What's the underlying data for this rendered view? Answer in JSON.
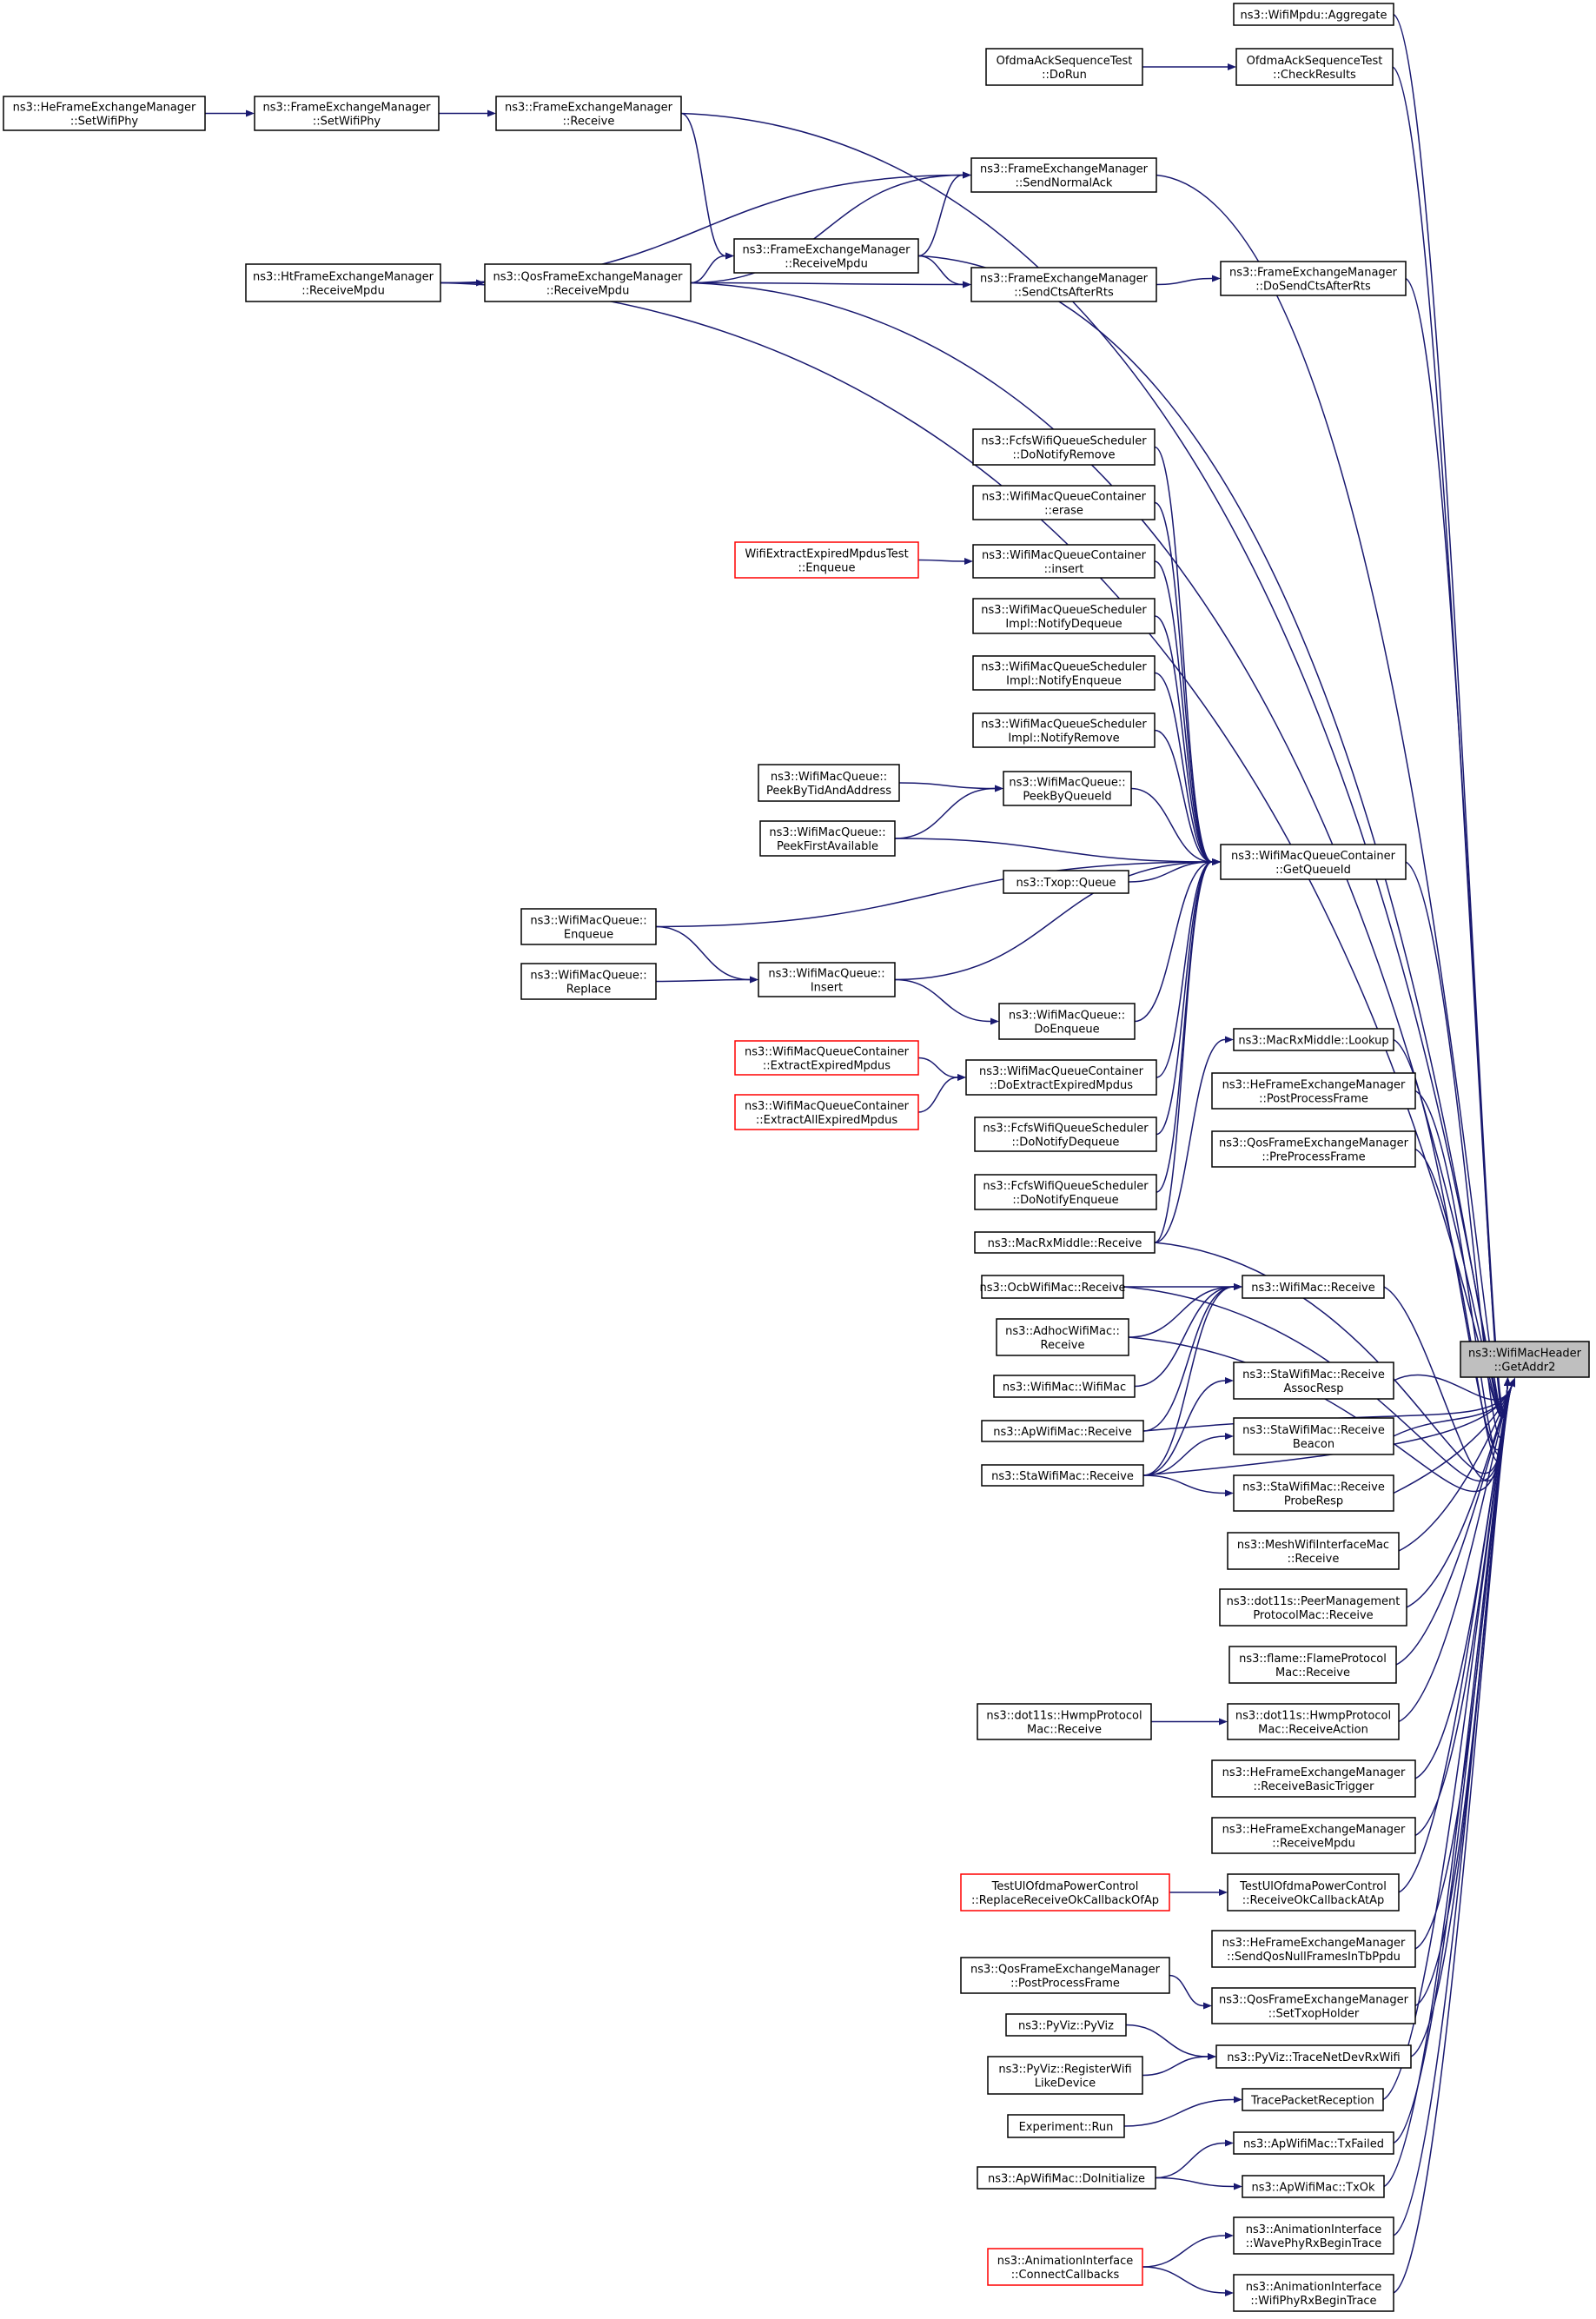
{
  "graph": {
    "accent_edge_color": "#191970",
    "target_fill": "#bfbfbf",
    "red_border_color": "#ff0000",
    "nodes": [
      {
        "id": "aggregate",
        "lines": [
          "ns3::WifiMpdu::Aggregate"
        ]
      },
      {
        "id": "ofdma_dorun",
        "lines": [
          "OfdmaAckSequenceTest",
          "::DoRun"
        ]
      },
      {
        "id": "ofdma_check",
        "lines": [
          "OfdmaAckSequenceTest",
          "::CheckResults"
        ]
      },
      {
        "id": "he_setwifiphy",
        "lines": [
          "ns3::HeFrameExchangeManager",
          "::SetWifiPhy"
        ]
      },
      {
        "id": "fem_setwifiphy",
        "lines": [
          "ns3::FrameExchangeManager",
          "::SetWifiPhy"
        ]
      },
      {
        "id": "fem_receive",
        "lines": [
          "ns3::FrameExchangeManager",
          "::Receive"
        ]
      },
      {
        "id": "fem_sendnormalack",
        "lines": [
          "ns3::FrameExchangeManager",
          "::SendNormalAck"
        ]
      },
      {
        "id": "fem_receivempdu",
        "lines": [
          "ns3::FrameExchangeManager",
          "::ReceiveMpdu"
        ]
      },
      {
        "id": "ht_receivempdu",
        "lines": [
          "ns3::HtFrameExchangeManager",
          "::ReceiveMpdu"
        ]
      },
      {
        "id": "qos_receivempdu",
        "lines": [
          "ns3::QosFrameExchangeManager",
          "::ReceiveMpdu"
        ]
      },
      {
        "id": "fem_sendctsafterrts",
        "lines": [
          "ns3::FrameExchangeManager",
          "::SendCtsAfterRts"
        ]
      },
      {
        "id": "fem_dosendctsafterrts",
        "lines": [
          "ns3::FrameExchangeManager",
          "::DoSendCtsAfterRts"
        ]
      },
      {
        "id": "fcfs_donotifyremove",
        "lines": [
          "ns3::FcfsWifiQueueScheduler",
          "::DoNotifyRemove"
        ]
      },
      {
        "id": "wmqc_erase",
        "lines": [
          "ns3::WifiMacQueueContainer",
          "::erase"
        ]
      },
      {
        "id": "wifiextract_enqueue",
        "lines": [
          "WifiExtractExpiredMpdusTest",
          "::Enqueue"
        ],
        "red": true
      },
      {
        "id": "wmqc_insert",
        "lines": [
          "ns3::WifiMacQueueContainer",
          "::insert"
        ]
      },
      {
        "id": "wmqs_notifydequeue",
        "lines": [
          "ns3::WifiMacQueueScheduler",
          "Impl::NotifyDequeue"
        ]
      },
      {
        "id": "wmqs_notifyenqueue",
        "lines": [
          "ns3::WifiMacQueueScheduler",
          "Impl::NotifyEnqueue"
        ]
      },
      {
        "id": "wmqs_notifyremove",
        "lines": [
          "ns3::WifiMacQueueScheduler",
          "Impl::NotifyRemove"
        ]
      },
      {
        "id": "wmq_peekbytid",
        "lines": [
          "ns3::WifiMacQueue::",
          "PeekByTidAndAddress"
        ]
      },
      {
        "id": "wmq_peekbyqueueid",
        "lines": [
          "ns3::WifiMacQueue::",
          "PeekByQueueId"
        ]
      },
      {
        "id": "wmq_peekfirst",
        "lines": [
          "ns3::WifiMacQueue::",
          "PeekFirstAvailable"
        ]
      },
      {
        "id": "wmqc_getqueueid",
        "lines": [
          "ns3::WifiMacQueueContainer",
          "::GetQueueId"
        ]
      },
      {
        "id": "txop_queue",
        "lines": [
          "ns3::Txop::Queue"
        ]
      },
      {
        "id": "wmq_enqueue",
        "lines": [
          "ns3::WifiMacQueue::",
          "Enqueue"
        ]
      },
      {
        "id": "wmq_replace",
        "lines": [
          "ns3::WifiMacQueue::",
          "Replace"
        ]
      },
      {
        "id": "wmq_insert",
        "lines": [
          "ns3::WifiMacQueue::",
          "Insert"
        ]
      },
      {
        "id": "wmq_doenqueue",
        "lines": [
          "ns3::WifiMacQueue::",
          "DoEnqueue"
        ]
      },
      {
        "id": "macrx_lookup",
        "lines": [
          "ns3::MacRxMiddle::Lookup"
        ]
      },
      {
        "id": "wmqc_extractexpired",
        "lines": [
          "ns3::WifiMacQueueContainer",
          "::ExtractExpiredMpdus"
        ],
        "red": true
      },
      {
        "id": "wmqc_doextractexpired",
        "lines": [
          "ns3::WifiMacQueueContainer",
          "::DoExtractExpiredMpdus"
        ]
      },
      {
        "id": "he_postprocess",
        "lines": [
          "ns3::HeFrameExchangeManager",
          "::PostProcessFrame"
        ]
      },
      {
        "id": "wmqc_extractall",
        "lines": [
          "ns3::WifiMacQueueContainer",
          "::ExtractAllExpiredMpdus"
        ],
        "red": true
      },
      {
        "id": "fcfs_donotifydequeue",
        "lines": [
          "ns3::FcfsWifiQueueScheduler",
          "::DoNotifyDequeue"
        ]
      },
      {
        "id": "qos_preprocess",
        "lines": [
          "ns3::QosFrameExchangeManager",
          "::PreProcessFrame"
        ]
      },
      {
        "id": "fcfs_donotifyenqueue",
        "lines": [
          "ns3::FcfsWifiQueueScheduler",
          "::DoNotifyEnqueue"
        ]
      },
      {
        "id": "macrx_receive",
        "lines": [
          "ns3::MacRxMiddle::Receive"
        ]
      },
      {
        "id": "ocb_receive",
        "lines": [
          "ns3::OcbWifiMac::Receive"
        ]
      },
      {
        "id": "wifimac_receive",
        "lines": [
          "ns3::WifiMac::Receive"
        ]
      },
      {
        "id": "adhoc_receive",
        "lines": [
          "ns3::AdhocWifiMac::",
          "Receive"
        ]
      },
      {
        "id": "target",
        "lines": [
          "ns3::WifiMacHeader",
          "::GetAddr2"
        ],
        "target": true
      },
      {
        "id": "wifimac_wifimac",
        "lines": [
          "ns3::WifiMac::WifiMac"
        ]
      },
      {
        "id": "sta_receiveassocresp",
        "lines": [
          "ns3::StaWifiMac::Receive",
          "AssocResp"
        ]
      },
      {
        "id": "ap_receive",
        "lines": [
          "ns3::ApWifiMac::Receive"
        ]
      },
      {
        "id": "sta_receivebeacon",
        "lines": [
          "ns3::StaWifiMac::Receive",
          "Beacon"
        ]
      },
      {
        "id": "sta_receive",
        "lines": [
          "ns3::StaWifiMac::Receive"
        ]
      },
      {
        "id": "sta_receiveproberesp",
        "lines": [
          "ns3::StaWifiMac::Receive",
          "ProbeResp"
        ]
      },
      {
        "id": "mesh_receive",
        "lines": [
          "ns3::MeshWifiInterfaceMac",
          "::Receive"
        ]
      },
      {
        "id": "dot11s_peermgmt",
        "lines": [
          "ns3::dot11s::PeerManagement",
          "ProtocolMac::Receive"
        ]
      },
      {
        "id": "flame_receive",
        "lines": [
          "ns3::flame::FlameProtocol",
          "Mac::Receive"
        ]
      },
      {
        "id": "hwmp_receive",
        "lines": [
          "ns3::dot11s::HwmpProtocol",
          "Mac::Receive"
        ]
      },
      {
        "id": "hwmp_receiveaction",
        "lines": [
          "ns3::dot11s::HwmpProtocol",
          "Mac::ReceiveAction"
        ]
      },
      {
        "id": "he_receivebasictrigger",
        "lines": [
          "ns3::HeFrameExchangeManager",
          "::ReceiveBasicTrigger"
        ]
      },
      {
        "id": "he_receivempdu",
        "lines": [
          "ns3::HeFrameExchangeManager",
          "::ReceiveMpdu"
        ]
      },
      {
        "id": "tulofdma_replace",
        "lines": [
          "TestUlOfdmaPowerControl",
          "::ReplaceReceiveOkCallbackOfAp"
        ],
        "red": true
      },
      {
        "id": "tulofdma_receiveok",
        "lines": [
          "TestUlOfdmaPowerControl",
          "::ReceiveOkCallbackAtAp"
        ]
      },
      {
        "id": "he_sendqosnull",
        "lines": [
          "ns3::HeFrameExchangeManager",
          "::SendQosNullFramesInTbPpdu"
        ]
      },
      {
        "id": "qos_postprocess",
        "lines": [
          "ns3::QosFrameExchangeManager",
          "::PostProcessFrame"
        ]
      },
      {
        "id": "qos_settxopholder",
        "lines": [
          "ns3::QosFrameExchangeManager",
          "::SetTxopHolder"
        ]
      },
      {
        "id": "pyviz_pyviz",
        "lines": [
          "ns3::PyViz::PyViz"
        ]
      },
      {
        "id": "pyviz_tracenetdev",
        "lines": [
          "ns3::PyViz::TraceNetDevRxWifi"
        ]
      },
      {
        "id": "pyviz_register",
        "lines": [
          "ns3::PyViz::RegisterWifi",
          "LikeDevice"
        ]
      },
      {
        "id": "tracepacketreception",
        "lines": [
          "TracePacketReception"
        ]
      },
      {
        "id": "experiment_run",
        "lines": [
          "Experiment::Run"
        ]
      },
      {
        "id": "ap_txfailed",
        "lines": [
          "ns3::ApWifiMac::TxFailed"
        ]
      },
      {
        "id": "ap_doinitialize",
        "lines": [
          "ns3::ApWifiMac::DoInitialize"
        ]
      },
      {
        "id": "ap_txok",
        "lines": [
          "ns3::ApWifiMac::TxOk"
        ]
      },
      {
        "id": "anim_wavephy",
        "lines": [
          "ns3::AnimationInterface",
          "::WavePhyRxBeginTrace"
        ]
      },
      {
        "id": "anim_connect",
        "lines": [
          "ns3::AnimationInterface",
          "::ConnectCallbacks"
        ],
        "red": true
      },
      {
        "id": "anim_wifiphy",
        "lines": [
          "ns3::AnimationInterface",
          "::WifiPhyRxBeginTrace"
        ]
      }
    ]
  }
}
